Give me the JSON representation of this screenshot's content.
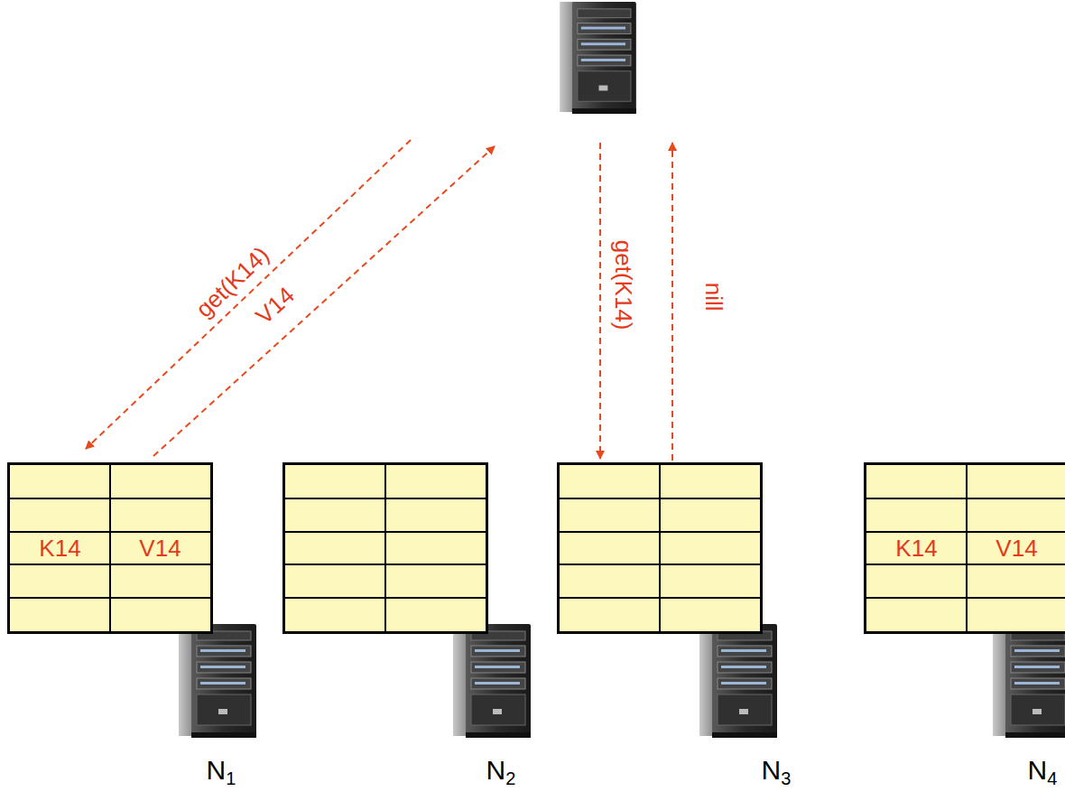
{
  "diagram": {
    "nodes": [
      {
        "text": []
      },
      {
        "text": [
          "K14",
          "V14",
          "N1"
        ]
      },
      {
        "text": [
          "N2"
        ]
      },
      {
        "text": [
          "N3"
        ]
      },
      {
        "text": [
          "K14",
          "V14",
          "N4"
        ]
      }
    ],
    "edges": [
      {
        "from": 0,
        "to": 1,
        "label": "get(K14)",
        "arrow": "to"
      },
      {
        "from": 1,
        "to": 0,
        "label": "V14",
        "arrow": "to"
      },
      {
        "from": 0,
        "to": 3,
        "label": "get(K14)",
        "arrow": "to"
      },
      {
        "from": 3,
        "to": 0,
        "label": "nill",
        "arrow": "to"
      }
    ]
  }
}
